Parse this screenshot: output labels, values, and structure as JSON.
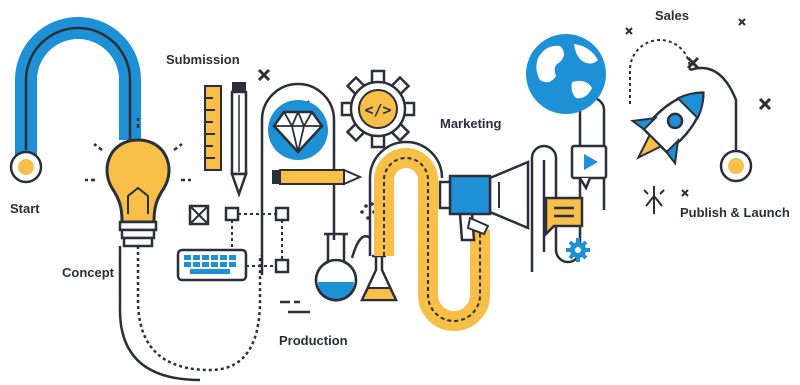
{
  "labels": {
    "start": "Start",
    "concept": "Concept",
    "submission": "Submission",
    "production": "Production",
    "marketing": "Marketing",
    "sales": "Sales",
    "publish": "Publish & Launch"
  },
  "icons": [
    "lightbulb-icon",
    "pencil-icon",
    "ruler-icon",
    "diamond-icon",
    "gear-code-icon",
    "keyboard-icon",
    "flask-icon",
    "megaphone-icon",
    "globe-icon",
    "rocket-icon",
    "video-play-icon",
    "chat-bubble-icon",
    "gear-small-icon"
  ],
  "colors": {
    "blue": "#1e90d6",
    "yellow": "#f7be48",
    "outline": "#2b2f3a"
  }
}
